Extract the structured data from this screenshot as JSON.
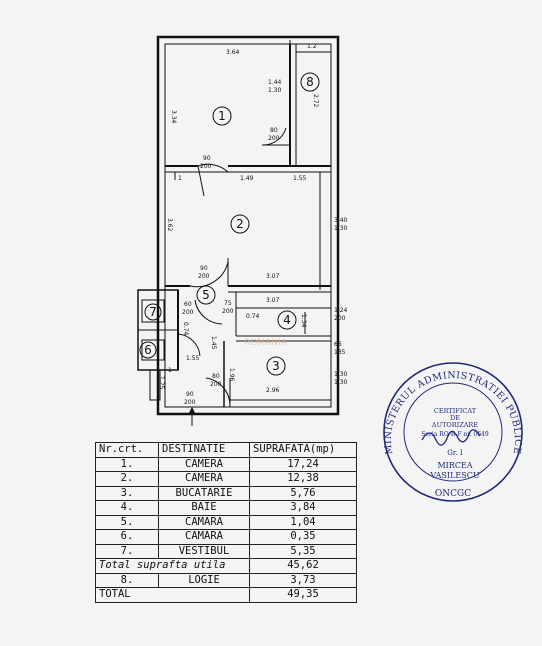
{
  "rooms": [
    {
      "id": "1"
    },
    {
      "id": "2"
    },
    {
      "id": "3"
    },
    {
      "id": "4"
    },
    {
      "id": "5"
    },
    {
      "id": "6"
    },
    {
      "id": "7"
    },
    {
      "id": "8"
    }
  ],
  "dims": {
    "d364": "3.64",
    "d12": "1.2",
    "d144": "1.44",
    "d130a": "1.30",
    "d334": "3.34",
    "d272": "2.72",
    "d80a": "80",
    "d200a": "200",
    "d90a": "90",
    "d200b": "200",
    "d1a": "1",
    "d149": "1.49",
    "d155a": "1.55",
    "d362": "3.62",
    "d340": "3.40",
    "d130b": "1.30",
    "d90b": "90",
    "d200c": "200",
    "d307a": "3.07",
    "d307b": "3.07",
    "d75": "75",
    "d200d": "200",
    "d60": "60",
    "d200e": "200",
    "d074a": "0.74",
    "d074b": "0.74",
    "d124": "1.24",
    "d200f": "200",
    "d134": "1.34",
    "d145": "1.45",
    "d66": "66",
    "d135": "135",
    "d155b": "1.55",
    "d80b": "80",
    "d200g": "200",
    "d196": "1.96",
    "d130c": "1.30",
    "d130d": "1.30",
    "d296": "2.96",
    "d125": "1.25",
    "d90c": "90",
    "d200h": "200",
    "d1b": "1"
  },
  "watermark": "ROMANIA",
  "stamp": {
    "ring": "MINISTERUL ADMINISTRATIEI PUBLICE",
    "line1": "CERTIFICAT",
    "line2": "DE",
    "line3": "AUTORIZARE",
    "serie": "Seria RO-B-F nr. 0649",
    "grade": "Gr. I",
    "name1": "MIRCEA",
    "name2": "VASILESCU",
    "bottom": "ONCGC"
  },
  "table": {
    "headers": [
      "Nr.crt.",
      "DESTINATIE",
      "SUPRAFATA(mp)"
    ],
    "rows": [
      [
        "1.",
        "CAMERA",
        "17,24"
      ],
      [
        "2.",
        "CAMERA",
        "12,38"
      ],
      [
        "3.",
        "BUCATARIE",
        "5,76"
      ],
      [
        "4.",
        "BAIE",
        "3,84"
      ],
      [
        "5.",
        "CAMARA",
        "1,04"
      ],
      [
        "6.",
        "CAMARA",
        "0,35"
      ],
      [
        "7.",
        "VESTIBUL",
        "5,35"
      ]
    ],
    "util_label": "Total suprafta utila",
    "util_value": "45,62",
    "loggia": [
      "8.",
      "LOGIE",
      "3,73"
    ],
    "total_label": "TOTAL",
    "total_value": "49,35"
  }
}
